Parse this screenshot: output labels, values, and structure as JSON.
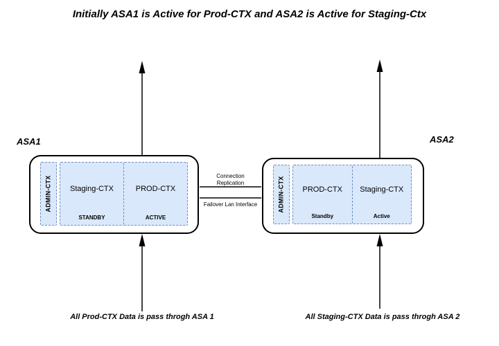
{
  "title": "Initially ASA1 is Active for Prod-CTX and ASA2 is Active for Staging-Ctx",
  "asa1": {
    "label": "ASA1",
    "admin_ctx": "ADMIN-CTX",
    "contexts": [
      {
        "name": "Staging-CTX",
        "state": "STANDBY"
      },
      {
        "name": "PROD-CTX",
        "state": "ACTIVE"
      }
    ],
    "caption": "All Prod-CTX Data is pass throgh ASA 1"
  },
  "asa2": {
    "label": "ASA2",
    "admin_ctx": "ADMIN-CTX",
    "contexts": [
      {
        "name": "PROD-CTX",
        "state": "Standby"
      },
      {
        "name": "Staging-CTX",
        "state": "Active"
      }
    ],
    "caption": "All Staging-CTX Data is pass throgh ASA 2"
  },
  "links": {
    "replication_label": "Connection\nReplication",
    "failover_label": "Failover Lan Interface"
  },
  "colors": {
    "context_fill": "#dae8fc",
    "context_border": "#6c8ebf",
    "line": "#000000"
  }
}
